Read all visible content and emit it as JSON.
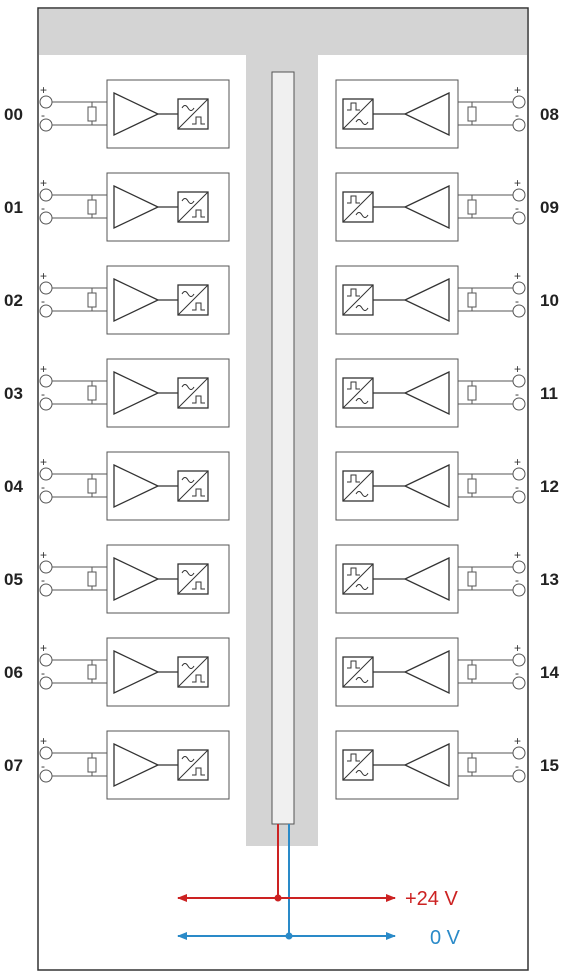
{
  "left_channels": [
    "00",
    "01",
    "02",
    "03",
    "04",
    "05",
    "06",
    "07"
  ],
  "right_channels": [
    "08",
    "09",
    "10",
    "11",
    "12",
    "13",
    "14",
    "15"
  ],
  "terminal": {
    "plus": "+",
    "minus": "-"
  },
  "rails": {
    "plus": {
      "label": "+24 V",
      "color": "#cc2222"
    },
    "zero": {
      "label": "0 V",
      "color": "#2a8ac8"
    }
  },
  "colors": {
    "frame": "#333333",
    "band": "#d4d4d4",
    "module_stroke": "#555555",
    "bus_fill": "#f0f0f0"
  }
}
